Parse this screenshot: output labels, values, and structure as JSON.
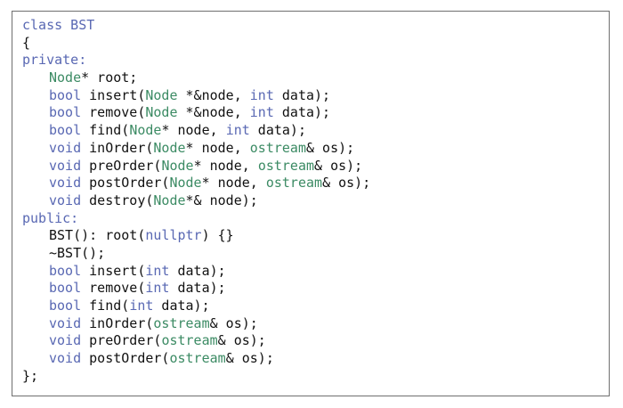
{
  "code": {
    "lines": [
      {
        "indent": false,
        "tokens": [
          {
            "text": "class BST",
            "kind": "blue"
          }
        ]
      },
      {
        "indent": false,
        "tokens": [
          {
            "text": "{",
            "kind": "plain"
          }
        ]
      },
      {
        "indent": false,
        "tokens": [
          {
            "text": "private:",
            "kind": "blue"
          }
        ]
      },
      {
        "indent": true,
        "tokens": [
          {
            "text": "Node",
            "kind": "green"
          },
          {
            "text": "* root;",
            "kind": "plain"
          }
        ]
      },
      {
        "indent": true,
        "tokens": [
          {
            "text": "bool",
            "kind": "blue"
          },
          {
            "text": " insert(",
            "kind": "plain"
          },
          {
            "text": "Node",
            "kind": "green"
          },
          {
            "text": " *&node, ",
            "kind": "plain"
          },
          {
            "text": "int",
            "kind": "blue"
          },
          {
            "text": " data);",
            "kind": "plain"
          }
        ]
      },
      {
        "indent": true,
        "tokens": [
          {
            "text": "bool",
            "kind": "blue"
          },
          {
            "text": " remove(",
            "kind": "plain"
          },
          {
            "text": "Node",
            "kind": "green"
          },
          {
            "text": " *&node, ",
            "kind": "plain"
          },
          {
            "text": "int",
            "kind": "blue"
          },
          {
            "text": " data);",
            "kind": "plain"
          }
        ]
      },
      {
        "indent": true,
        "tokens": [
          {
            "text": "bool",
            "kind": "blue"
          },
          {
            "text": " find(",
            "kind": "plain"
          },
          {
            "text": "Node",
            "kind": "green"
          },
          {
            "text": "* node, ",
            "kind": "plain"
          },
          {
            "text": "int",
            "kind": "blue"
          },
          {
            "text": " data);",
            "kind": "plain"
          }
        ]
      },
      {
        "indent": true,
        "tokens": [
          {
            "text": "void",
            "kind": "blue"
          },
          {
            "text": " inOrder(",
            "kind": "plain"
          },
          {
            "text": "Node",
            "kind": "green"
          },
          {
            "text": "* node, ",
            "kind": "plain"
          },
          {
            "text": "ostream",
            "kind": "green"
          },
          {
            "text": "& os);",
            "kind": "plain"
          }
        ]
      },
      {
        "indent": true,
        "tokens": [
          {
            "text": "void",
            "kind": "blue"
          },
          {
            "text": " preOrder(",
            "kind": "plain"
          },
          {
            "text": "Node",
            "kind": "green"
          },
          {
            "text": "* node, ",
            "kind": "plain"
          },
          {
            "text": "ostream",
            "kind": "green"
          },
          {
            "text": "& os);",
            "kind": "plain"
          }
        ]
      },
      {
        "indent": true,
        "tokens": [
          {
            "text": "void",
            "kind": "blue"
          },
          {
            "text": " postOrder(",
            "kind": "plain"
          },
          {
            "text": "Node",
            "kind": "green"
          },
          {
            "text": "* node, ",
            "kind": "plain"
          },
          {
            "text": "ostream",
            "kind": "green"
          },
          {
            "text": "& os);",
            "kind": "plain"
          }
        ]
      },
      {
        "indent": true,
        "tokens": [
          {
            "text": "void",
            "kind": "blue"
          },
          {
            "text": " destroy(",
            "kind": "plain"
          },
          {
            "text": "Node",
            "kind": "green"
          },
          {
            "text": "*& node);",
            "kind": "plain"
          }
        ]
      },
      {
        "indent": false,
        "tokens": [
          {
            "text": "public:",
            "kind": "blue"
          }
        ]
      },
      {
        "indent": true,
        "tokens": [
          {
            "text": "BST(): root(",
            "kind": "plain"
          },
          {
            "text": "nullptr",
            "kind": "blue"
          },
          {
            "text": ") {}",
            "kind": "plain"
          }
        ]
      },
      {
        "indent": true,
        "tokens": [
          {
            "text": "~BST();",
            "kind": "plain"
          }
        ]
      },
      {
        "indent": true,
        "tokens": [
          {
            "text": "bool",
            "kind": "blue"
          },
          {
            "text": " insert(",
            "kind": "plain"
          },
          {
            "text": "int",
            "kind": "blue"
          },
          {
            "text": " data);",
            "kind": "plain"
          }
        ]
      },
      {
        "indent": true,
        "tokens": [
          {
            "text": "bool",
            "kind": "blue"
          },
          {
            "text": " remove(",
            "kind": "plain"
          },
          {
            "text": "int",
            "kind": "blue"
          },
          {
            "text": " data);",
            "kind": "plain"
          }
        ]
      },
      {
        "indent": true,
        "tokens": [
          {
            "text": "bool",
            "kind": "blue"
          },
          {
            "text": " find(",
            "kind": "plain"
          },
          {
            "text": "int",
            "kind": "blue"
          },
          {
            "text": " data);",
            "kind": "plain"
          }
        ]
      },
      {
        "indent": true,
        "tokens": [
          {
            "text": "void",
            "kind": "blue"
          },
          {
            "text": " inOrder(",
            "kind": "plain"
          },
          {
            "text": "ostream",
            "kind": "green"
          },
          {
            "text": "& os);",
            "kind": "plain"
          }
        ]
      },
      {
        "indent": true,
        "tokens": [
          {
            "text": "void",
            "kind": "blue"
          },
          {
            "text": " preOrder(",
            "kind": "plain"
          },
          {
            "text": "ostream",
            "kind": "green"
          },
          {
            "text": "& os);",
            "kind": "plain"
          }
        ]
      },
      {
        "indent": true,
        "tokens": [
          {
            "text": "void",
            "kind": "blue"
          },
          {
            "text": " postOrder(",
            "kind": "plain"
          },
          {
            "text": "ostream",
            "kind": "green"
          },
          {
            "text": "& os);",
            "kind": "plain"
          }
        ]
      },
      {
        "indent": false,
        "tokens": [
          {
            "text": "};",
            "kind": "plain"
          }
        ]
      }
    ]
  },
  "colors": {
    "keyword_blue": "#5968b3",
    "type_green": "#3c8b64",
    "text": "#111111",
    "border": "#6f6f6f",
    "background": "#ffffff"
  }
}
